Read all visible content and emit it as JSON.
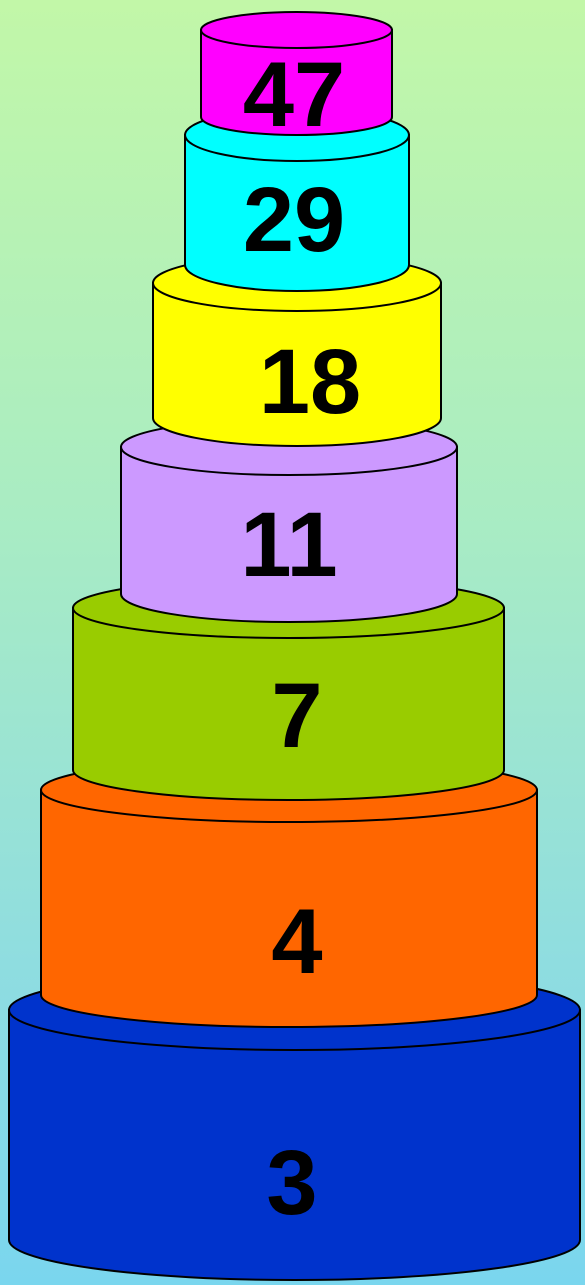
{
  "tiers": [
    {
      "label": "3",
      "color": "#0033cc"
    },
    {
      "label": "4",
      "color": "#ff6600"
    },
    {
      "label": "7",
      "color": "#99cc00"
    },
    {
      "label": "11",
      "color": "#cc99ff"
    },
    {
      "label": "18",
      "color": "#ffff00"
    },
    {
      "label": "29",
      "color": "#00ffff"
    },
    {
      "label": "47",
      "color": "#ff00ff"
    }
  ],
  "outline_color": "#000000"
}
